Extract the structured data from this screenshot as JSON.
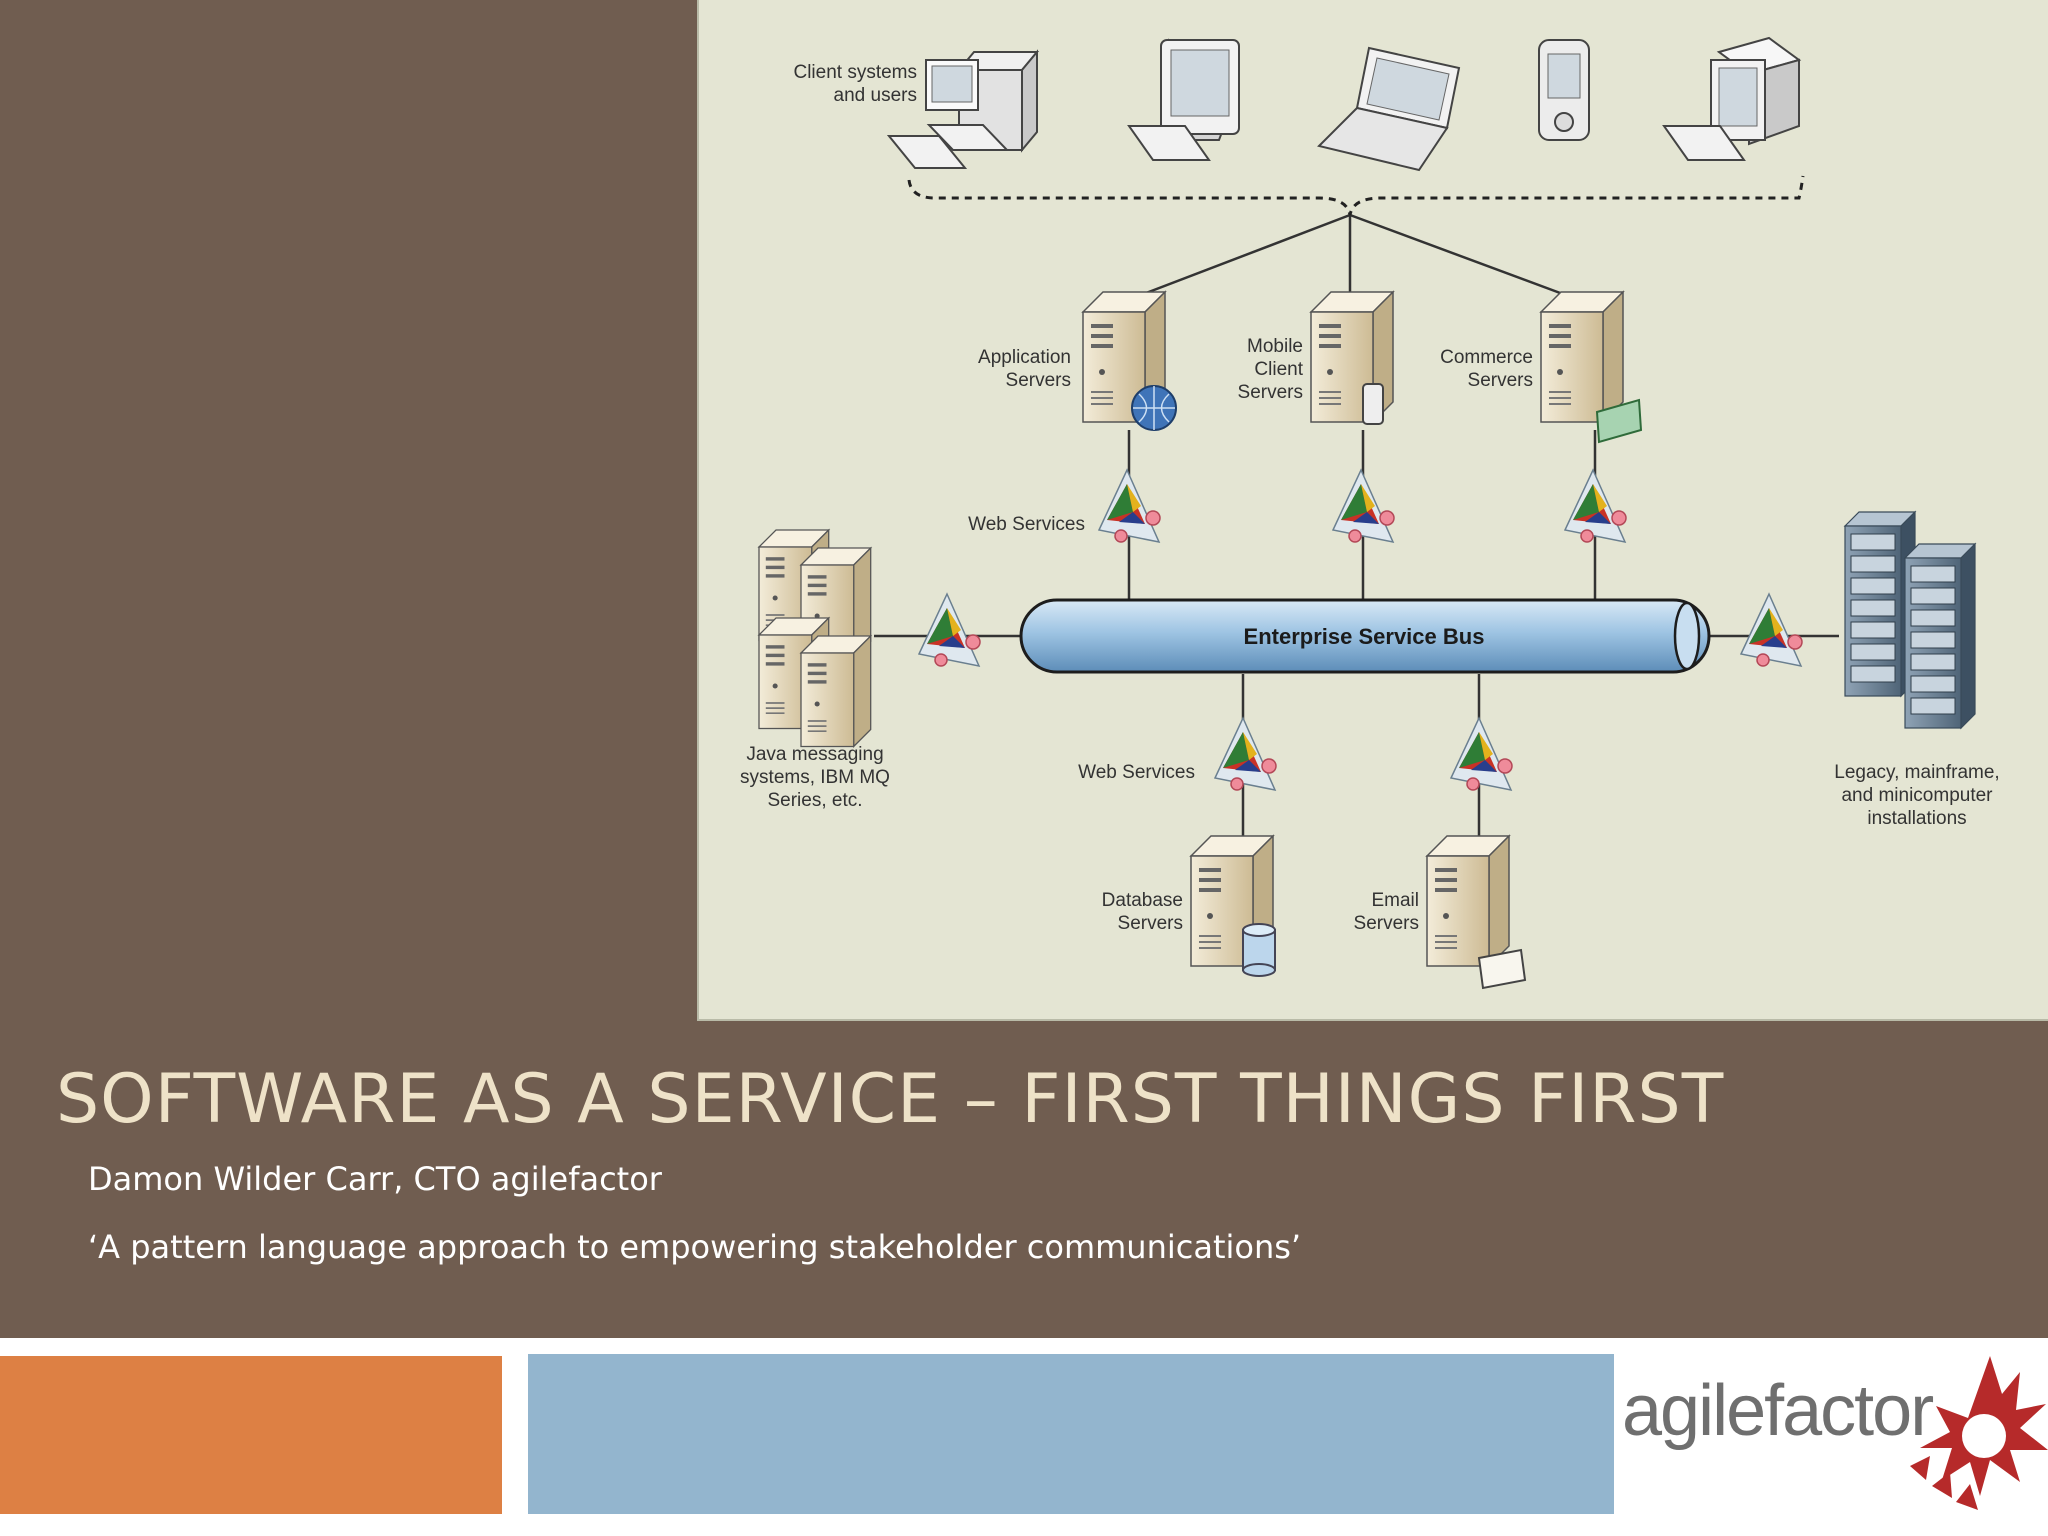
{
  "slide": {
    "title": "SOFTWARE AS A SERVICE – FIRST THINGS FIRST",
    "subtitle_author": "Damon Wilder Carr, CTO agilefactor",
    "subtitle_tagline": "‘A pattern language approach to empowering stakeholder communications’"
  },
  "diagram": {
    "client_label_1": "Client systems",
    "client_label_2": "and users",
    "app_1": "Application",
    "app_2": "Servers",
    "mobile_1": "Mobile",
    "mobile_2": "Client",
    "mobile_3": "Servers",
    "commerce_1": "Commerce",
    "commerce_2": "Servers",
    "web_services_top": "Web Services",
    "web_services_bottom": "Web Services",
    "esb": "Enterprise Service Bus",
    "java_1": "Java messaging",
    "java_2": "systems, IBM MQ",
    "java_3": "Series, etc.",
    "legacy_1": "Legacy, mainframe,",
    "legacy_2": "and minicomputer",
    "legacy_3": "installations",
    "db_1": "Database",
    "db_2": "Servers",
    "email_1": "Email",
    "email_2": "Servers"
  },
  "logo": {
    "text": "agilefactor"
  },
  "colors": {
    "panel_brown": "#705d50",
    "title_cream": "#eee2c8",
    "accent_orange": "#dd8044",
    "accent_blue": "#93b5ce",
    "logo_red": "#b62a2a"
  }
}
